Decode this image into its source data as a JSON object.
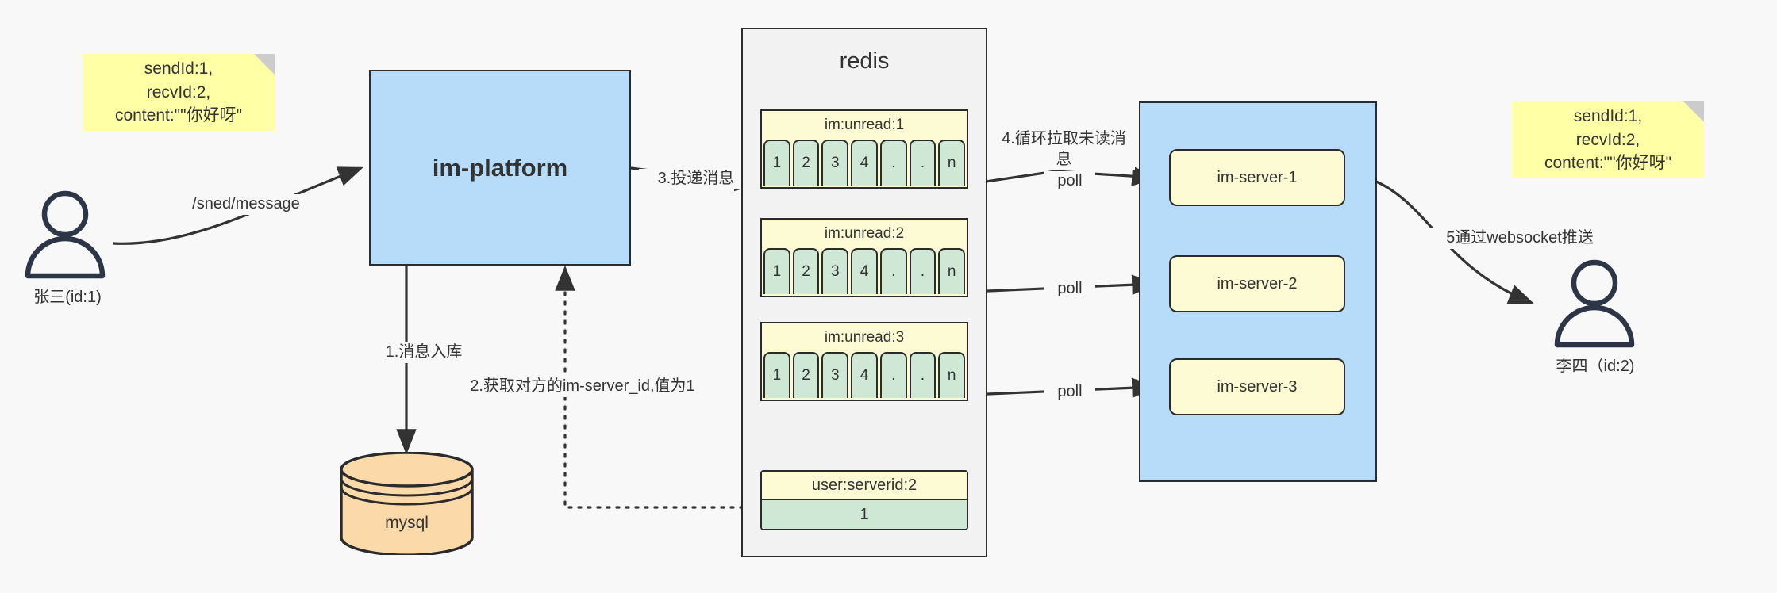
{
  "diagram": {
    "title": "IM message delivery architecture",
    "colors": {
      "note_yellow": "#ffffa6",
      "process_blue": "#b6dcfa",
      "queue_yellow": "#fdfbd4",
      "cell_green": "#cfe8d5",
      "db_orange": "#fbd9a8",
      "stroke": "#2b2b2b",
      "background": "#f8f8f8"
    }
  },
  "notes": {
    "left": "sendId:1,\nrecvId:2,\ncontent:\"\"你好呀\"",
    "right": "sendId:1,\nrecvId:2,\ncontent:\"\"你好呀\""
  },
  "actors": {
    "sender": {
      "label": "张三(id:1)",
      "icon": "person-icon"
    },
    "receiver": {
      "label": "李四（id:2)",
      "icon": "person-icon"
    }
  },
  "platform": {
    "label": "im-platform"
  },
  "database": {
    "label": "mysql",
    "icon": "database-cylinder-icon"
  },
  "redis": {
    "title": "redis",
    "queues": [
      {
        "title": "im:unread:1",
        "cells": [
          "1",
          "2",
          "3",
          "4",
          ".",
          ".",
          "n"
        ]
      },
      {
        "title": "im:unread:2",
        "cells": [
          "1",
          "2",
          "3",
          "4",
          ".",
          ".",
          "n"
        ]
      },
      {
        "title": "im:unread:3",
        "cells": [
          "1",
          "2",
          "3",
          "4",
          ".",
          ".",
          "n"
        ]
      }
    ],
    "kv": {
      "title": "user:serverid:2",
      "value": "1"
    }
  },
  "servers": {
    "items": [
      {
        "label": "im-server-1"
      },
      {
        "label": "im-server-2"
      },
      {
        "label": "im-server-3"
      }
    ]
  },
  "edges": {
    "send_message": "/sned/message",
    "step1": "1.消息入库",
    "step2": "2.获取对方的im-server_id,值为1",
    "step3": "3.投递消息",
    "step4": "4.循环拉取未读消\n息",
    "poll1": "poll",
    "poll2": "poll",
    "poll3": "poll",
    "step5": "5通过websocket推送"
  }
}
